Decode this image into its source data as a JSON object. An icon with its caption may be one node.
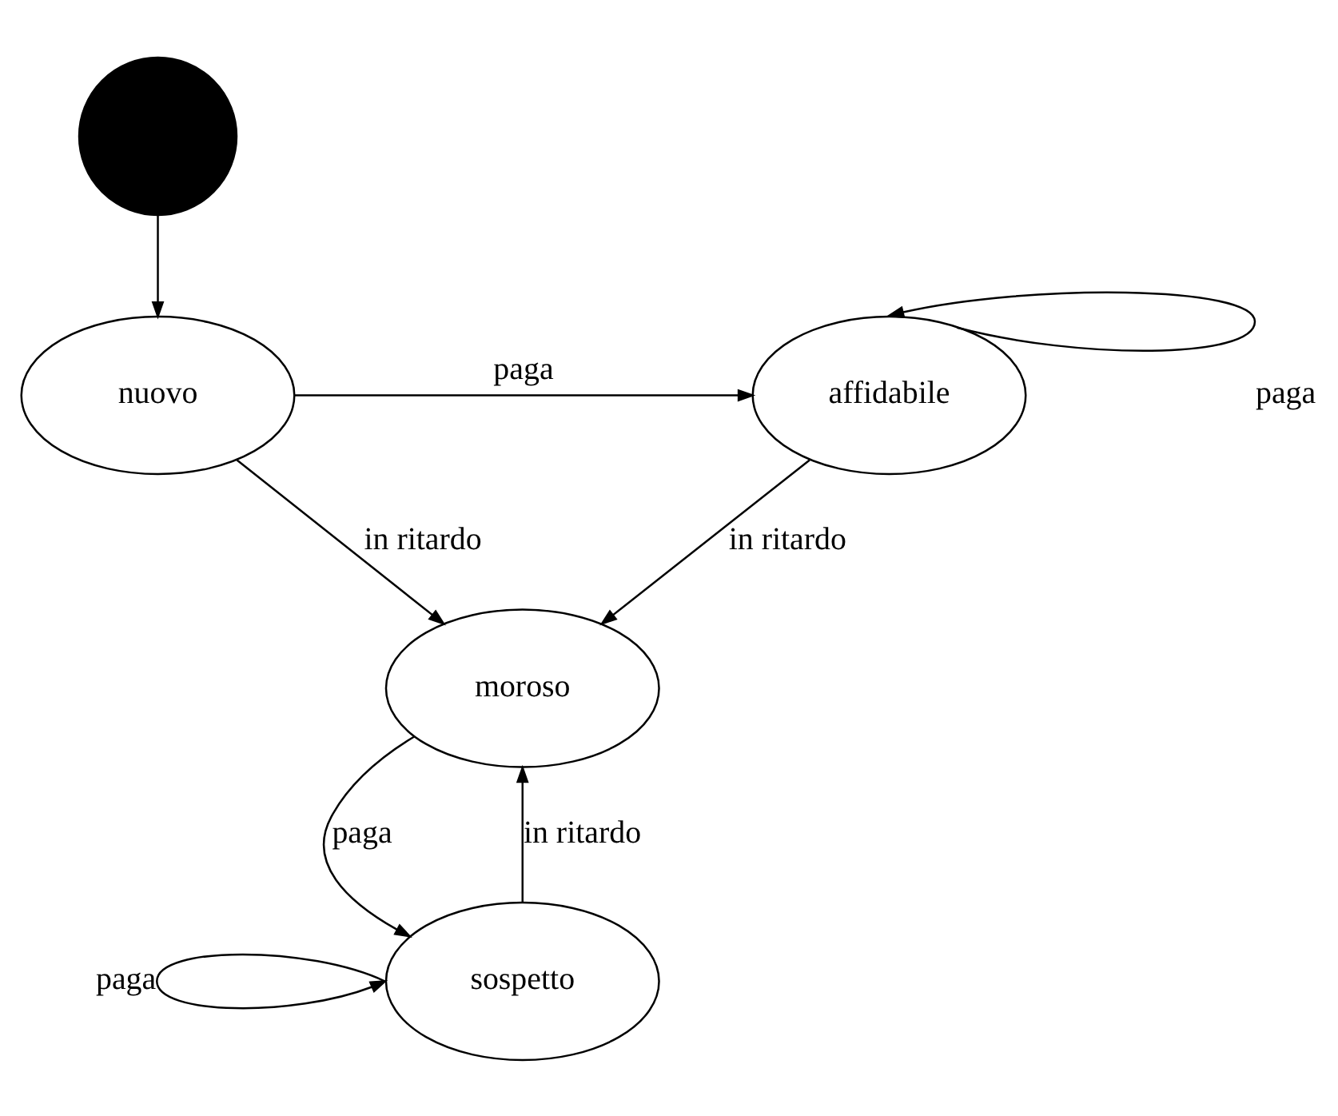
{
  "diagram": {
    "nodes": [
      {
        "text": [],
        "shape": "circle"
      },
      {
        "text": [
          "nuovo"
        ]
      },
      {
        "text": [
          "affidabile"
        ]
      },
      {
        "text": [
          "moroso"
        ]
      },
      {
        "text": [
          "sospetto"
        ]
      }
    ],
    "edges": [
      {
        "from": 0,
        "to": 1,
        "arrow": "to"
      },
      {
        "from": 1,
        "to": 2,
        "arrow": "to",
        "label": "paga"
      },
      {
        "from": 2,
        "to": 2,
        "arrow": "to",
        "label": "paga"
      },
      {
        "from": 2,
        "to": 3,
        "arrow": "to",
        "label": "in ritardo"
      },
      {
        "from": 1,
        "to": 3,
        "arrow": "to",
        "label": "in ritardo"
      },
      {
        "from": 3,
        "to": 4,
        "arrow": "to",
        "label": "paga"
      },
      {
        "from": 4,
        "to": 3,
        "arrow": "to",
        "label": "in ritardo"
      },
      {
        "from": 4,
        "to": 4,
        "arrow": "to",
        "label": "paga"
      }
    ]
  }
}
